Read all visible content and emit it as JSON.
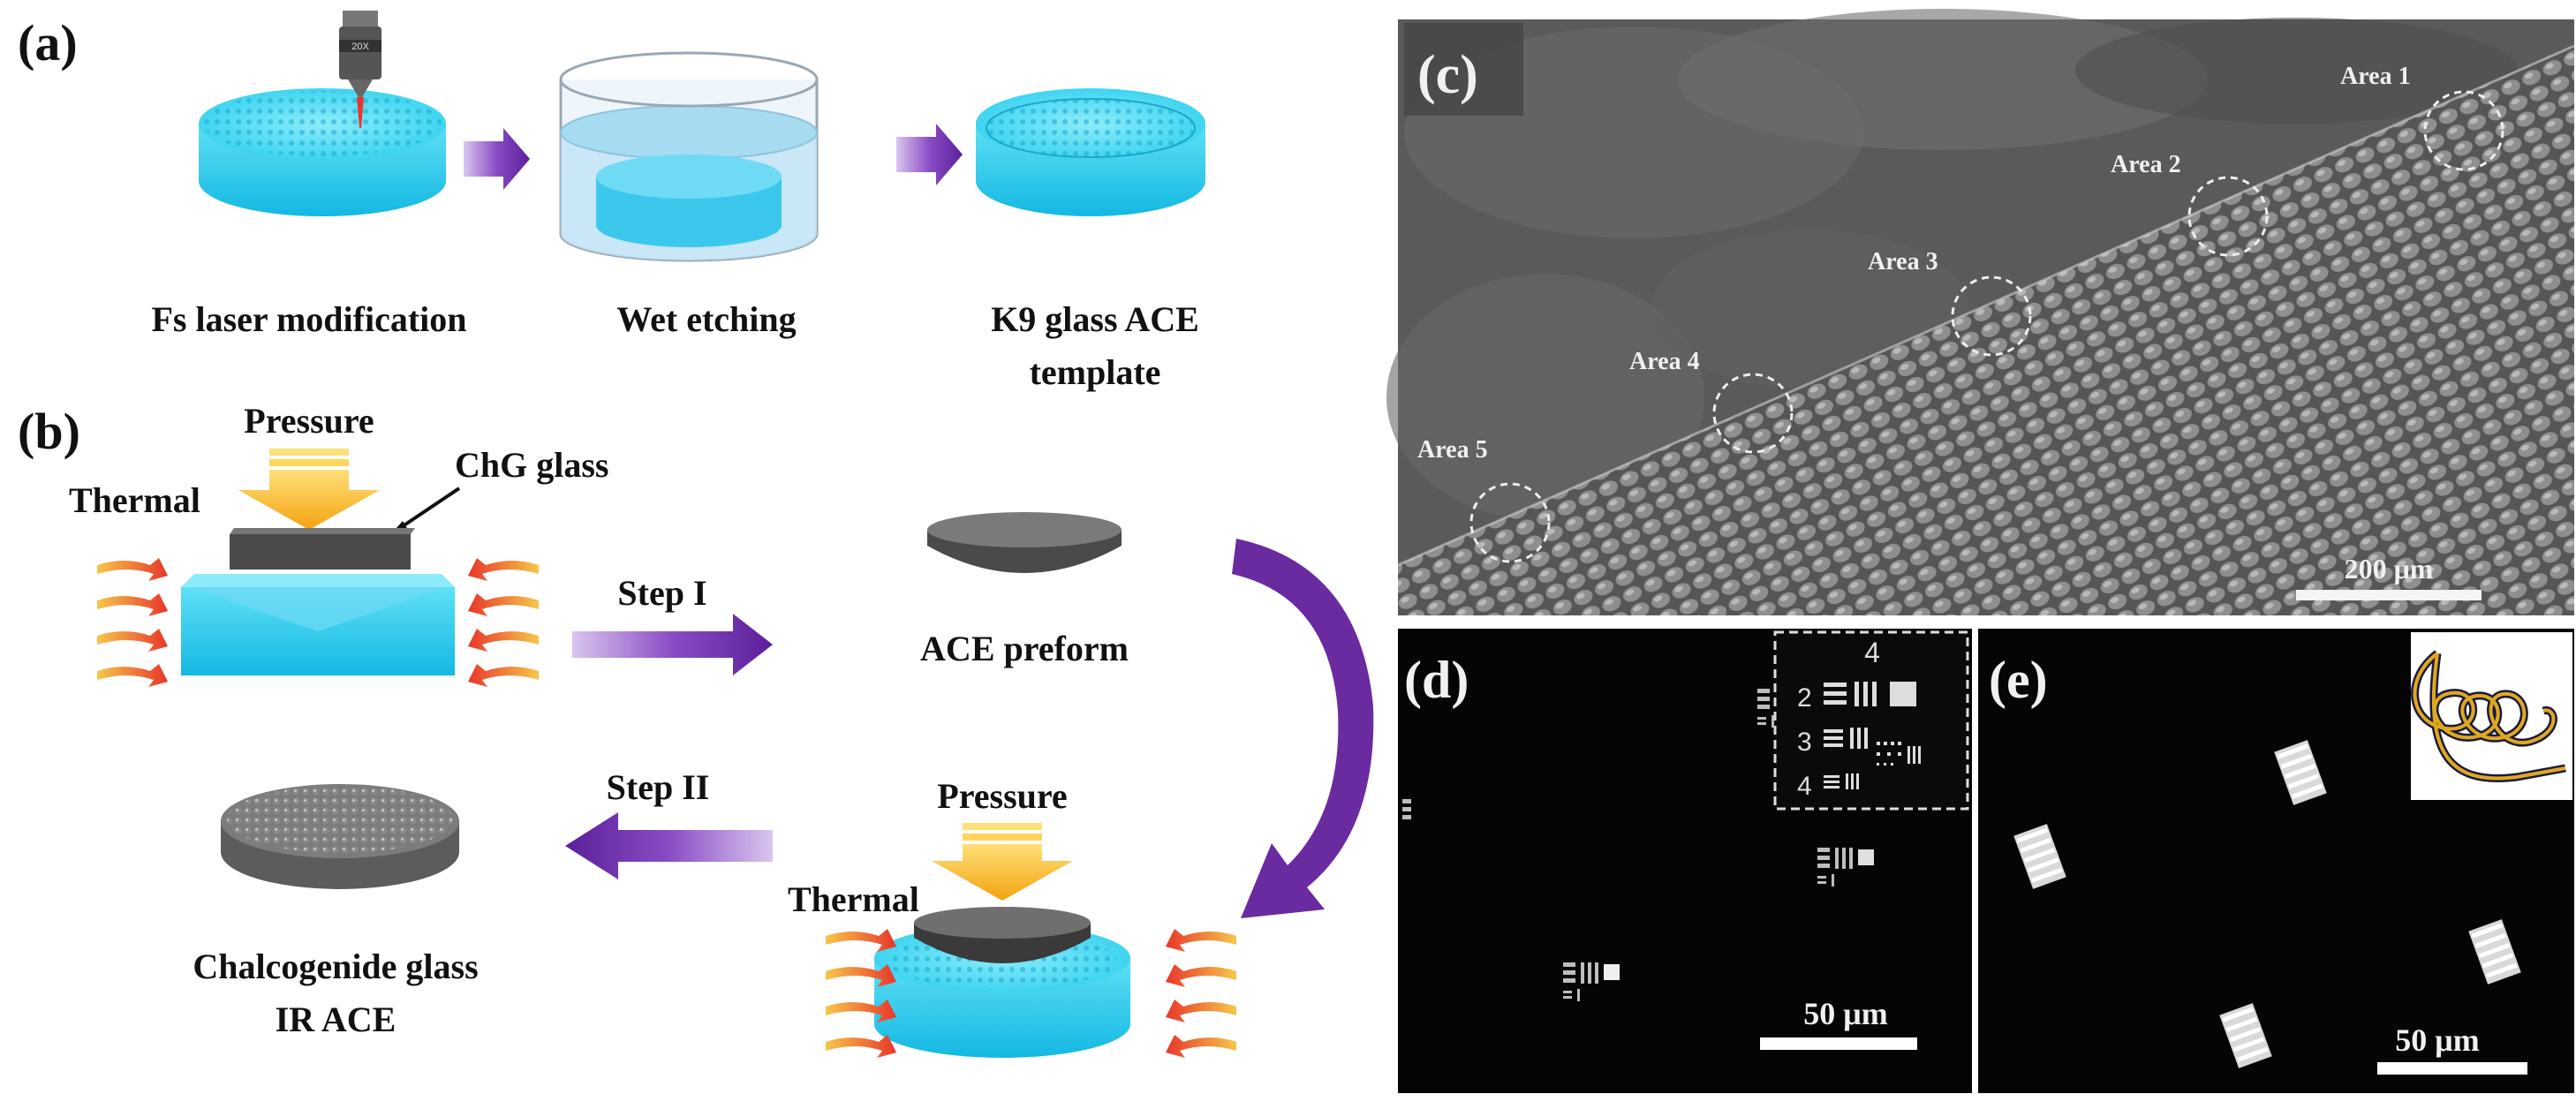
{
  "panels": {
    "a": {
      "letter": "(a)",
      "steps": [
        "Fs laser modification",
        "Wet etching",
        "K9 glass ACE",
        "template"
      ],
      "objective_label": "20X"
    },
    "b": {
      "letter": "(b)",
      "pressure_top": "Pressure",
      "chg_glass": "ChG glass",
      "thermal_top": "Thermal",
      "step1": "Step I",
      "preform": "ACE preform",
      "step2": "Step II",
      "pressure_bottom": "Pressure",
      "thermal_bottom": "Thermal",
      "product_line1": "Chalcogenide glass",
      "product_line2": "IR ACE"
    },
    "c": {
      "letter": "(c)",
      "areas": [
        "Area 1",
        "Area 2",
        "Area 3",
        "Area 4",
        "Area 5"
      ],
      "scale": "200 μm"
    },
    "d": {
      "letter": "(d)",
      "scale": "50 μm",
      "inset_group": "4",
      "inset_rows": [
        "2",
        "3",
        "4"
      ]
    },
    "e": {
      "letter": "(e)",
      "scale": "50 μm"
    }
  },
  "colors": {
    "cyan": "#2fd0ef",
    "purple": "#6a2aa0",
    "orange_arrow": "#f6b21b",
    "heat_red": "#e8362a",
    "chg_dark": "#555555"
  }
}
